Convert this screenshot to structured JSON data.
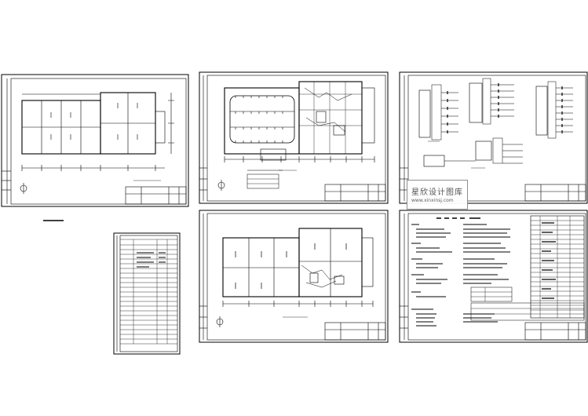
{
  "title": "",
  "sheets": [
    {
      "id": "sheet-1",
      "type": "ground-floor-plan"
    },
    {
      "id": "sheet-2",
      "type": "first-floor-lighting-plan"
    },
    {
      "id": "sheet-3",
      "type": "distribution-system-diagram"
    },
    {
      "id": "sheet-4",
      "type": "drawing-index"
    },
    {
      "id": "sheet-5",
      "type": "second-floor-plan"
    },
    {
      "id": "sheet-6",
      "type": "design-notes"
    }
  ],
  "watermark": {
    "title": "星欣设计图库",
    "url": "www.xinxinsj.com"
  },
  "colors": {
    "line": "#000000",
    "paper": "#ffffff",
    "watermark_text": "#4a4a4a"
  }
}
